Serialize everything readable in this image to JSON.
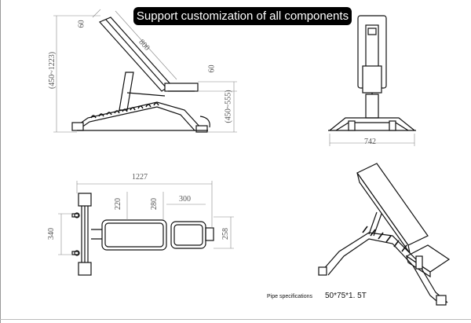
{
  "banner": {
    "text": "Support customization of all components"
  },
  "side_view": {
    "dims": {
      "back_width": "60",
      "back_length": "800",
      "seat_thickness": "60",
      "height_range": "(450~1223)",
      "seat_height_range": "(450~555)"
    }
  },
  "front_view": {
    "dims": {
      "width": "742"
    }
  },
  "top_view": {
    "dims": {
      "length": "1227",
      "seat_width": "220",
      "back_width": "280",
      "seat_length": "300",
      "frame_width": "340",
      "rear_width": "258"
    }
  },
  "spec": {
    "label": "Pipe specifications",
    "value": "50*75*1. 5T"
  }
}
